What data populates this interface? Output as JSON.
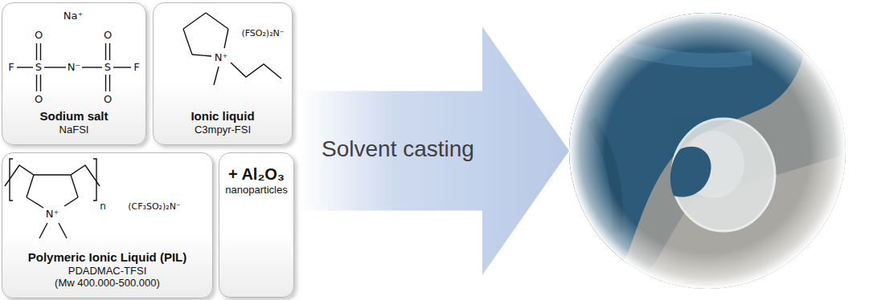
{
  "diagram": {
    "nodes": [
      {
        "text": [
          "Sodium salt",
          "NaFSI"
        ]
      },
      {
        "text": [
          "Ionic liquid",
          "C3mpyr-FSI"
        ]
      },
      {
        "text": [
          "Polymeric Ionic Liquid (PIL)",
          "PDADMAC-TFSI",
          "(Mw 400.000-500.000)"
        ]
      },
      {
        "text": [
          "+ Al₂O₃",
          "nanoparticles"
        ]
      },
      {
        "text": [
          "Solvent casting"
        ]
      }
    ],
    "labels": [
      "Na⁺",
      "O",
      "O",
      "F",
      "S",
      "N⁻",
      "S",
      "F",
      "O",
      "O",
      "(FSO₂)₂N⁻",
      "N⁺",
      "n",
      "N⁺",
      "(CF₃SO₂)₂N⁻"
    ]
  }
}
